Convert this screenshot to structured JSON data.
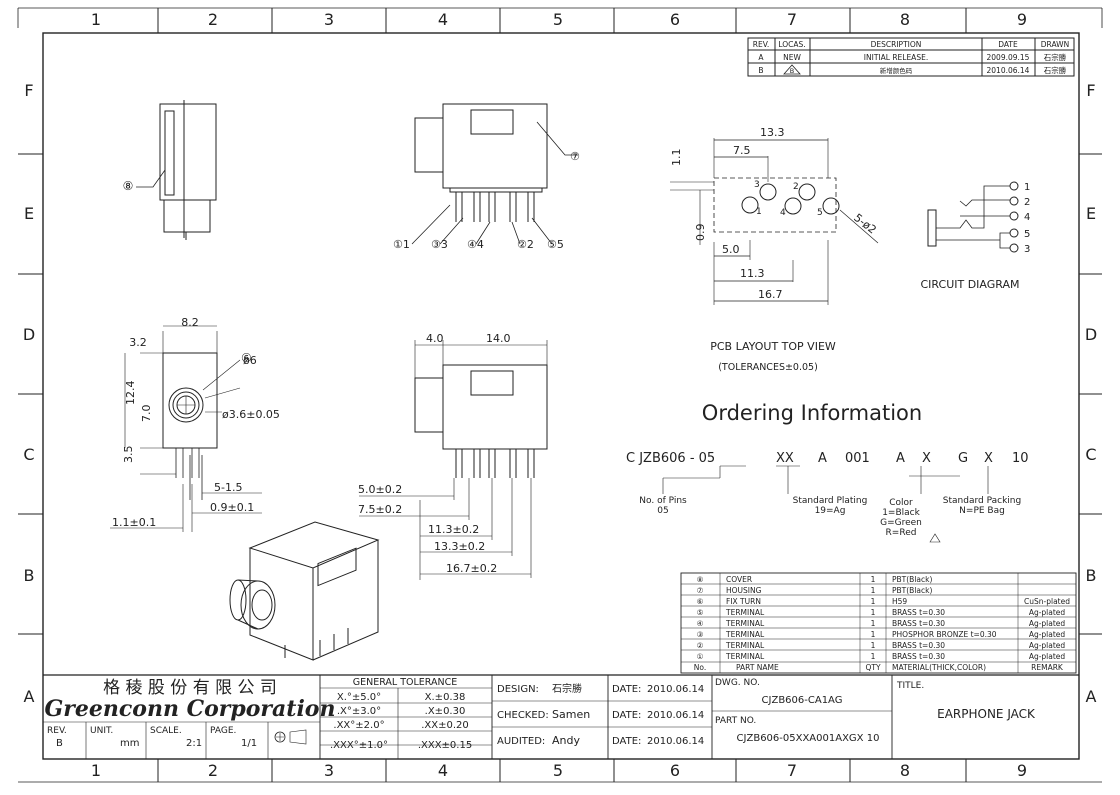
{
  "grid": {
    "cols": [
      "1",
      "2",
      "3",
      "4",
      "5",
      "6",
      "7",
      "8",
      "9"
    ],
    "rows": [
      "F",
      "E",
      "D",
      "C",
      "B",
      "A"
    ]
  },
  "revisions": {
    "headers": [
      "REV.",
      "LOCAS.",
      "DESCRIPTION",
      "DATE",
      "DRAWN"
    ],
    "rows": [
      [
        "A",
        "NEW",
        "INITIAL RELEASE.",
        "2009.09.15",
        "石宗勝"
      ],
      [
        "B",
        "B",
        "新增颜色码",
        "2010.06.14",
        "石宗勝"
      ]
    ]
  },
  "callouts": {
    "side_view": "⑧",
    "top_view": [
      "①1",
      "③3",
      "④4",
      "②2",
      "⑤5",
      "⑦"
    ],
    "front_view": "⑥"
  },
  "pcb": {
    "dims": [
      "13.3",
      "7.5",
      "1.1",
      "0.9",
      "5.0",
      "11.3",
      "16.7",
      "5-ø2"
    ],
    "pin_numbers": [
      "1",
      "2",
      "3",
      "4",
      "5"
    ],
    "title": "PCB LAYOUT TOP VIEW",
    "tolerance": "(TOLERANCES±0.05)"
  },
  "circuit": {
    "pins": [
      "1",
      "2",
      "4",
      "5",
      "3"
    ],
    "label": "CIRCUIT DIAGRAM"
  },
  "front_dims": [
    "8.2",
    "3.2",
    "12.4",
    "7.0",
    "3.5",
    "ø6",
    "ø3.6±0.05",
    "5-1.5",
    "0.9±0.1",
    "1.1±0.1"
  ],
  "top_dims": [
    "4.0",
    "14.0",
    "5.0±0.2",
    "7.5±0.2",
    "11.3±0.2",
    "13.3±0.2",
    "16.7±0.2"
  ],
  "ordering": {
    "title": "Ordering Information",
    "code": [
      "C JZB606 - 05",
      "XX",
      "A",
      "001",
      "A",
      "X",
      "G",
      "X",
      "10"
    ],
    "notes": {
      "pins": [
        "No. of Pins",
        "05"
      ],
      "plating": [
        "Standard Plating",
        "19=Ag"
      ],
      "color": [
        "Color",
        "1=Black",
        "G=Green",
        "R=Red"
      ],
      "packing": [
        "Standard Packing",
        "N=PE Bag"
      ]
    }
  },
  "bom": {
    "headers": [
      "No.",
      "PART NAME",
      "QTY",
      "MATERIAL(THICK,COLOR)",
      "REMARK"
    ],
    "rows": [
      [
        "⑧",
        "COVER",
        "1",
        "PBT(Black)",
        ""
      ],
      [
        "⑦",
        "HOUSING",
        "1",
        "PBT(Black)",
        ""
      ],
      [
        "⑥",
        "FIX TURN",
        "1",
        "H59",
        "CuSn-plated"
      ],
      [
        "⑤",
        "TERMINAL",
        "1",
        "BRASS    t=0.30",
        "Ag-plated"
      ],
      [
        "④",
        "TERMINAL",
        "1",
        "BRASS    t=0.30",
        "Ag-plated"
      ],
      [
        "③",
        "TERMINAL",
        "1",
        "PHOSPHOR BRONZE    t=0.30",
        "Ag-plated"
      ],
      [
        "②",
        "TERMINAL",
        "1",
        "BRASS    t=0.30",
        "Ag-plated"
      ],
      [
        "①",
        "TERMINAL",
        "1",
        "BRASS    t=0.30",
        "Ag-plated"
      ]
    ]
  },
  "title_block": {
    "company_cn": "格 稜 股 份 有 限 公 司",
    "company_en": "Greenconn Corporation",
    "tolerance_header": "GENERAL TOLERANCE",
    "tolerances": [
      [
        "X.°±5.0°",
        "X.±0.38"
      ],
      [
        ".X°±3.0°",
        ".X±0.30"
      ],
      [
        ".XX°±2.0°",
        ".XX±0.20"
      ],
      [
        ".XXX°±1.0°",
        ".XXX±0.15"
      ]
    ],
    "rev_label": "REV.",
    "rev": "B",
    "unit_label": "UNIT.",
    "unit": "mm",
    "scale_label": "SCALE.",
    "scale": "2:1",
    "page_label": "PAGE.",
    "page": "1/1",
    "design_label": "DESIGN:",
    "design": "石宗勝",
    "checked_label": "CHECKED:",
    "checked": "Samen",
    "audited_label": "AUDITED:",
    "audited": "Andy",
    "date_label": "DATE:",
    "dates": [
      "2010.06.14",
      "2010.06.14",
      "2010.06.14"
    ],
    "dwg_label": "DWG. NO.",
    "dwg": "CJZB606-CA1AG",
    "part_label": "PART NO.",
    "part": "CJZB606-05XXA001AXGX 10",
    "title_label": "TITLE.",
    "title": "EARPHONE JACK"
  }
}
